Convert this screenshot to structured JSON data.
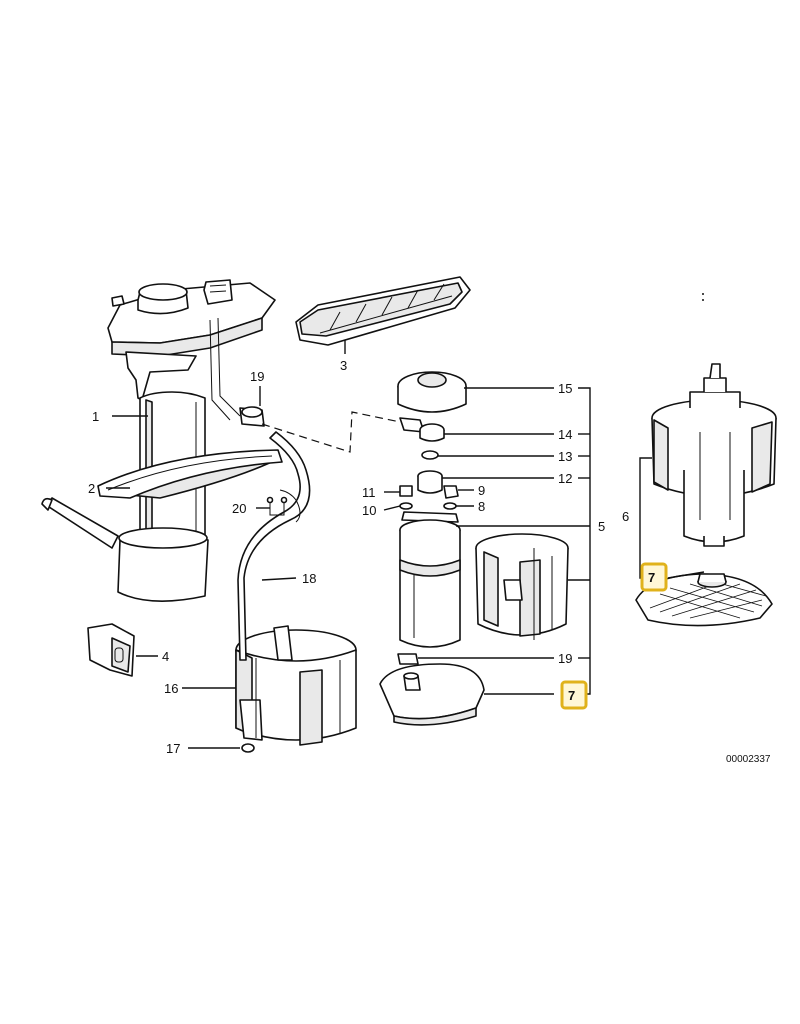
{
  "callouts": {
    "c1": "1",
    "c2": "2",
    "c3": "3",
    "c4": "4",
    "c5": "5",
    "c6": "6",
    "c7_main": "7",
    "c7_side": "7",
    "c8": "8",
    "c9": "9",
    "c10": "10",
    "c11": "11",
    "c12": "12",
    "c13": "13",
    "c14": "14",
    "c15": "15",
    "c16": "16",
    "c17": "17",
    "c18": "18",
    "c19_top": "19",
    "c19_mid": "19",
    "c20": "20"
  },
  "diagram_ref": "00002337",
  "highlight_color": "#e0b21b"
}
